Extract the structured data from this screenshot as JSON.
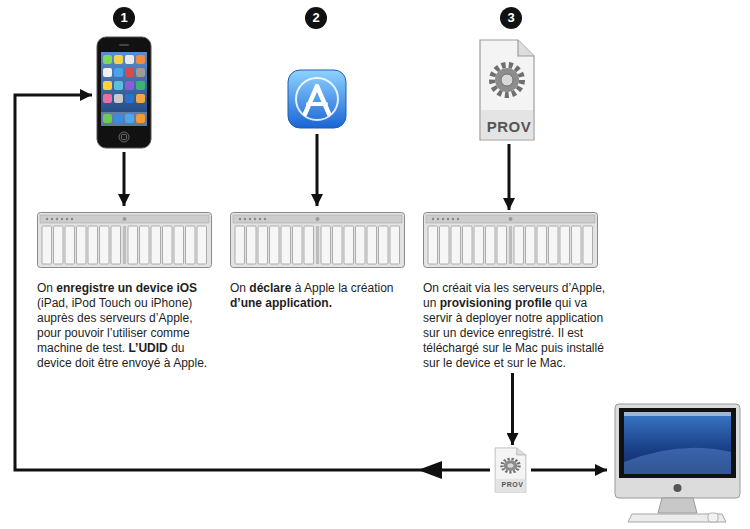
{
  "diagram": {
    "nodes": [
      {
        "text": [
          "On enregistre un device iOS (iPad, iPod Touch ou iPhone) auprès des serveurs d’Apple, pour pouvoir l’utiliser comme machine de test. L’UDID du device doit être envoyé à Apple."
        ]
      },
      {
        "text": [
          "On déclare à Apple la création d’une application."
        ]
      },
      {
        "text": [
          "PROV"
        ]
      },
      {
        "text": [
          "On créait via les serveurs d’Apple, un provisioning profile qui va servir à deployer notre application sur un device enregistré. Il est téléchargé sur le Mac puis installé sur le device et sur le Mac."
        ]
      },
      {
        "text": [
          "PROV"
        ]
      }
    ],
    "edges": [
      {
        "from": 2,
        "to": 3,
        "arrow": "to"
      },
      {
        "from": 3,
        "to": 4,
        "arrow": "to"
      }
    ],
    "labels": [
      "1",
      "2",
      "3"
    ]
  }
}
